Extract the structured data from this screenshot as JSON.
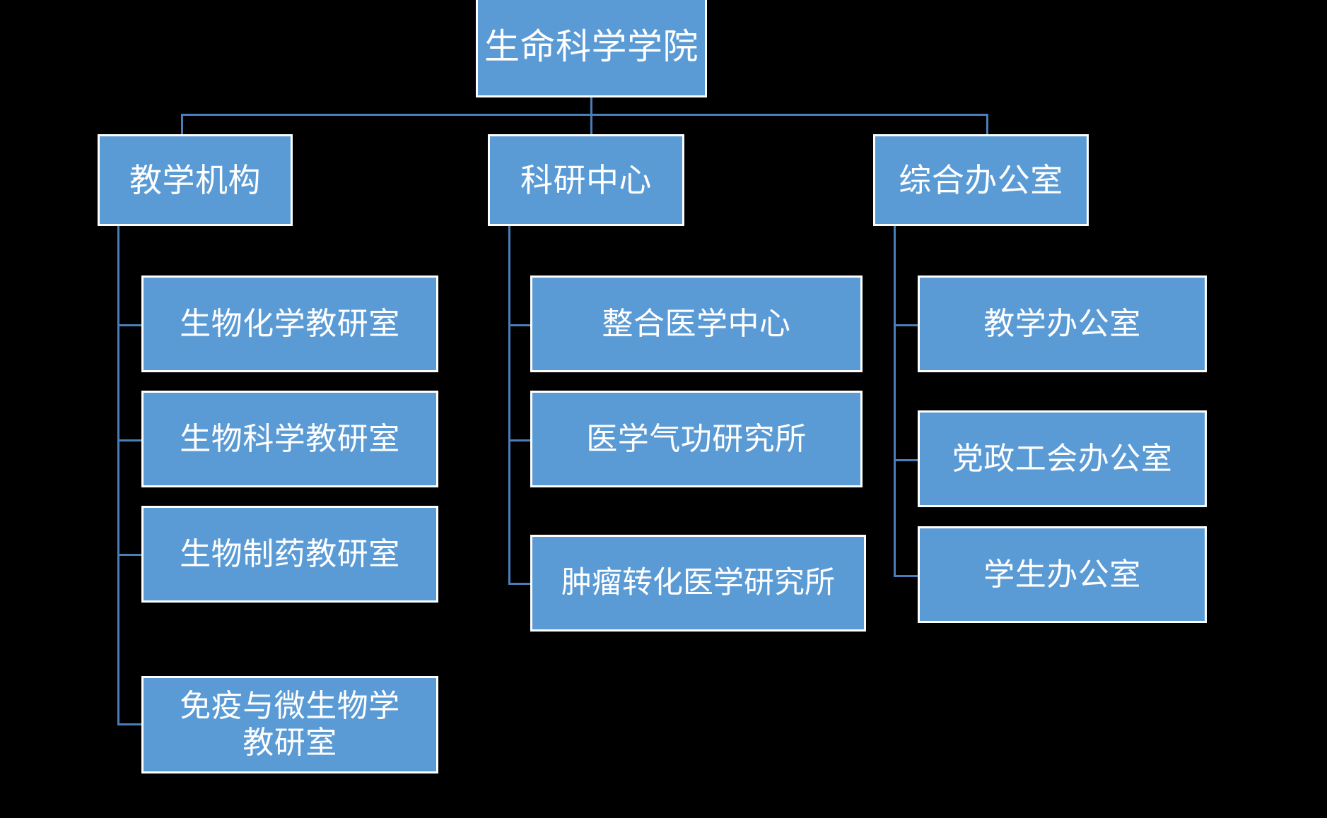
{
  "chart": {
    "type": "org-chart",
    "title": "生命科学学院",
    "background_color": "#000000",
    "node_fill_color": "#5B9BD5",
    "node_border_color": "#FFFFFF",
    "node_text_color": "#FFFFFF",
    "connector_color": "#4A7EBB"
  },
  "root": {
    "label": "生命科学学院"
  },
  "branches": [
    {
      "label": "教学机构",
      "children": [
        {
          "label": "生物化学教研室"
        },
        {
          "label": "生物科学教研室"
        },
        {
          "label": "生物制药教研室"
        },
        {
          "label": "免疫与微生物学\n教研室"
        }
      ]
    },
    {
      "label": "科研中心",
      "children": [
        {
          "label": "整合医学中心"
        },
        {
          "label": "医学气功研究所"
        },
        {
          "label": "肿瘤转化医学研究所"
        }
      ]
    },
    {
      "label": "综合办公室",
      "children": [
        {
          "label": "教学办公室"
        },
        {
          "label": "党政工会办公室"
        },
        {
          "label": "学生办公室"
        }
      ]
    }
  ]
}
